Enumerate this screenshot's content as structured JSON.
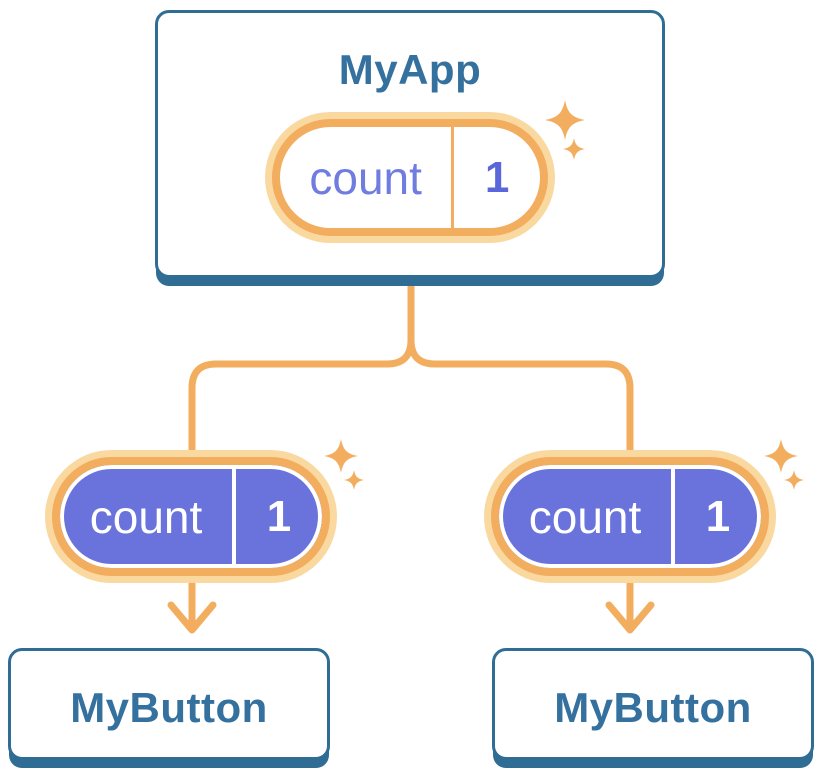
{
  "diagram": {
    "root": {
      "title": "MyApp",
      "pill": {
        "label": "count",
        "value": "1"
      }
    },
    "children": [
      {
        "title": "MyButton",
        "pill": {
          "label": "count",
          "value": "1"
        }
      },
      {
        "title": "MyButton",
        "pill": {
          "label": "count",
          "value": "1"
        }
      }
    ],
    "colors": {
      "card_border_blue": "#2F6D94",
      "card_title_blue": "#35719E",
      "pill_orange": "#F2AD5E",
      "pill_glow": "#FAD9A1",
      "pill_purple": "#6973DB",
      "pill_label_purple": "#707CE0",
      "pill_value_purple": "#5A67DA",
      "connector_orange": "#F2AD5E",
      "white": "#FFFFFF"
    }
  }
}
